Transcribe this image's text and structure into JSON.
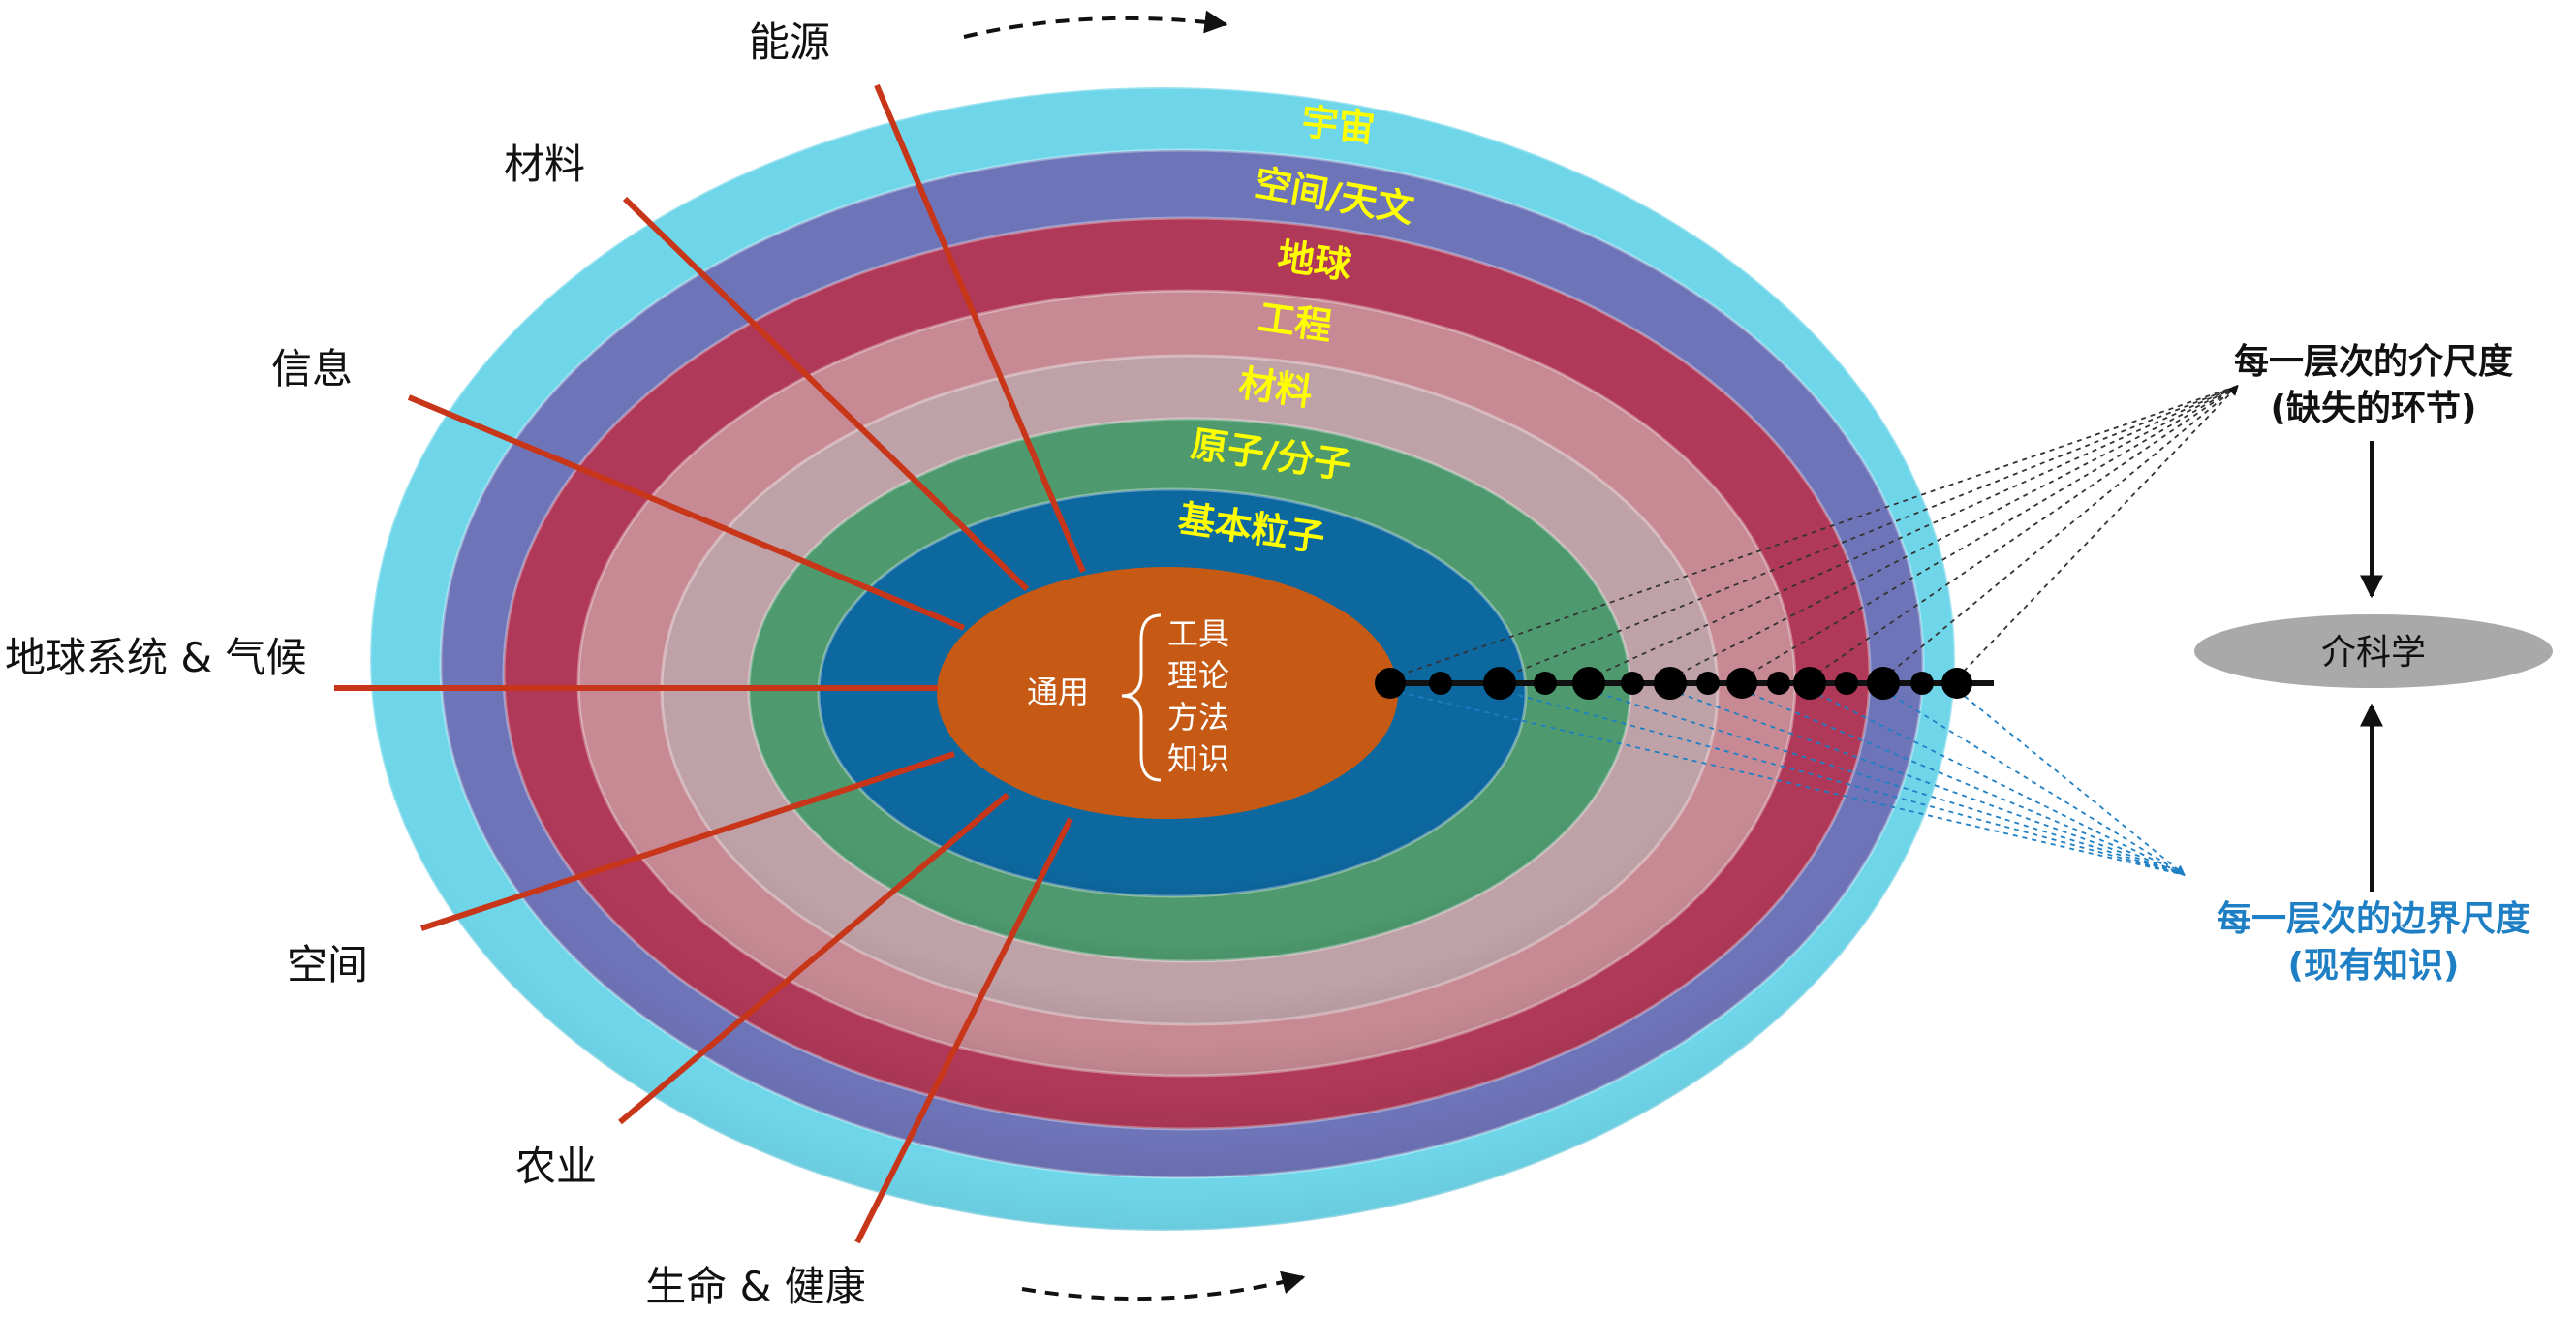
{
  "rings": [
    {
      "label": "宇宙",
      "color": "#6fd6ea"
    },
    {
      "label": "空间/天文",
      "color": "#6e74b8"
    },
    {
      "label": "地球",
      "color": "#b03858"
    },
    {
      "label": "工程",
      "color": "#c78a94"
    },
    {
      "label": "材料",
      "color": "#bfa2a8"
    },
    {
      "label": "原子/分子",
      "color": "#4e9a6e"
    },
    {
      "label": "基本粒子",
      "color": "#0d68a0"
    }
  ],
  "core": {
    "label": "通用",
    "items": [
      "工具",
      "理论",
      "方法",
      "知识"
    ],
    "color": "#c65a14"
  },
  "sectors": [
    {
      "label": "能源"
    },
    {
      "label": "材料"
    },
    {
      "label": "信息"
    },
    {
      "label": "地球系统 & 气候"
    },
    {
      "label": "空间"
    },
    {
      "label": "农业"
    },
    {
      "label": "生命 & 健康"
    }
  ],
  "side": {
    "top_line1": "每一层次的介尺度",
    "top_line2": "(缺失的环节)",
    "center": "介科学",
    "bottom_line1": "每一层次的边界尺度",
    "bottom_line2": "(现有知识)",
    "blue": "#1f7fc4"
  },
  "colors": {
    "spoke": "#c8361a",
    "ring_label": "#ffff00"
  }
}
